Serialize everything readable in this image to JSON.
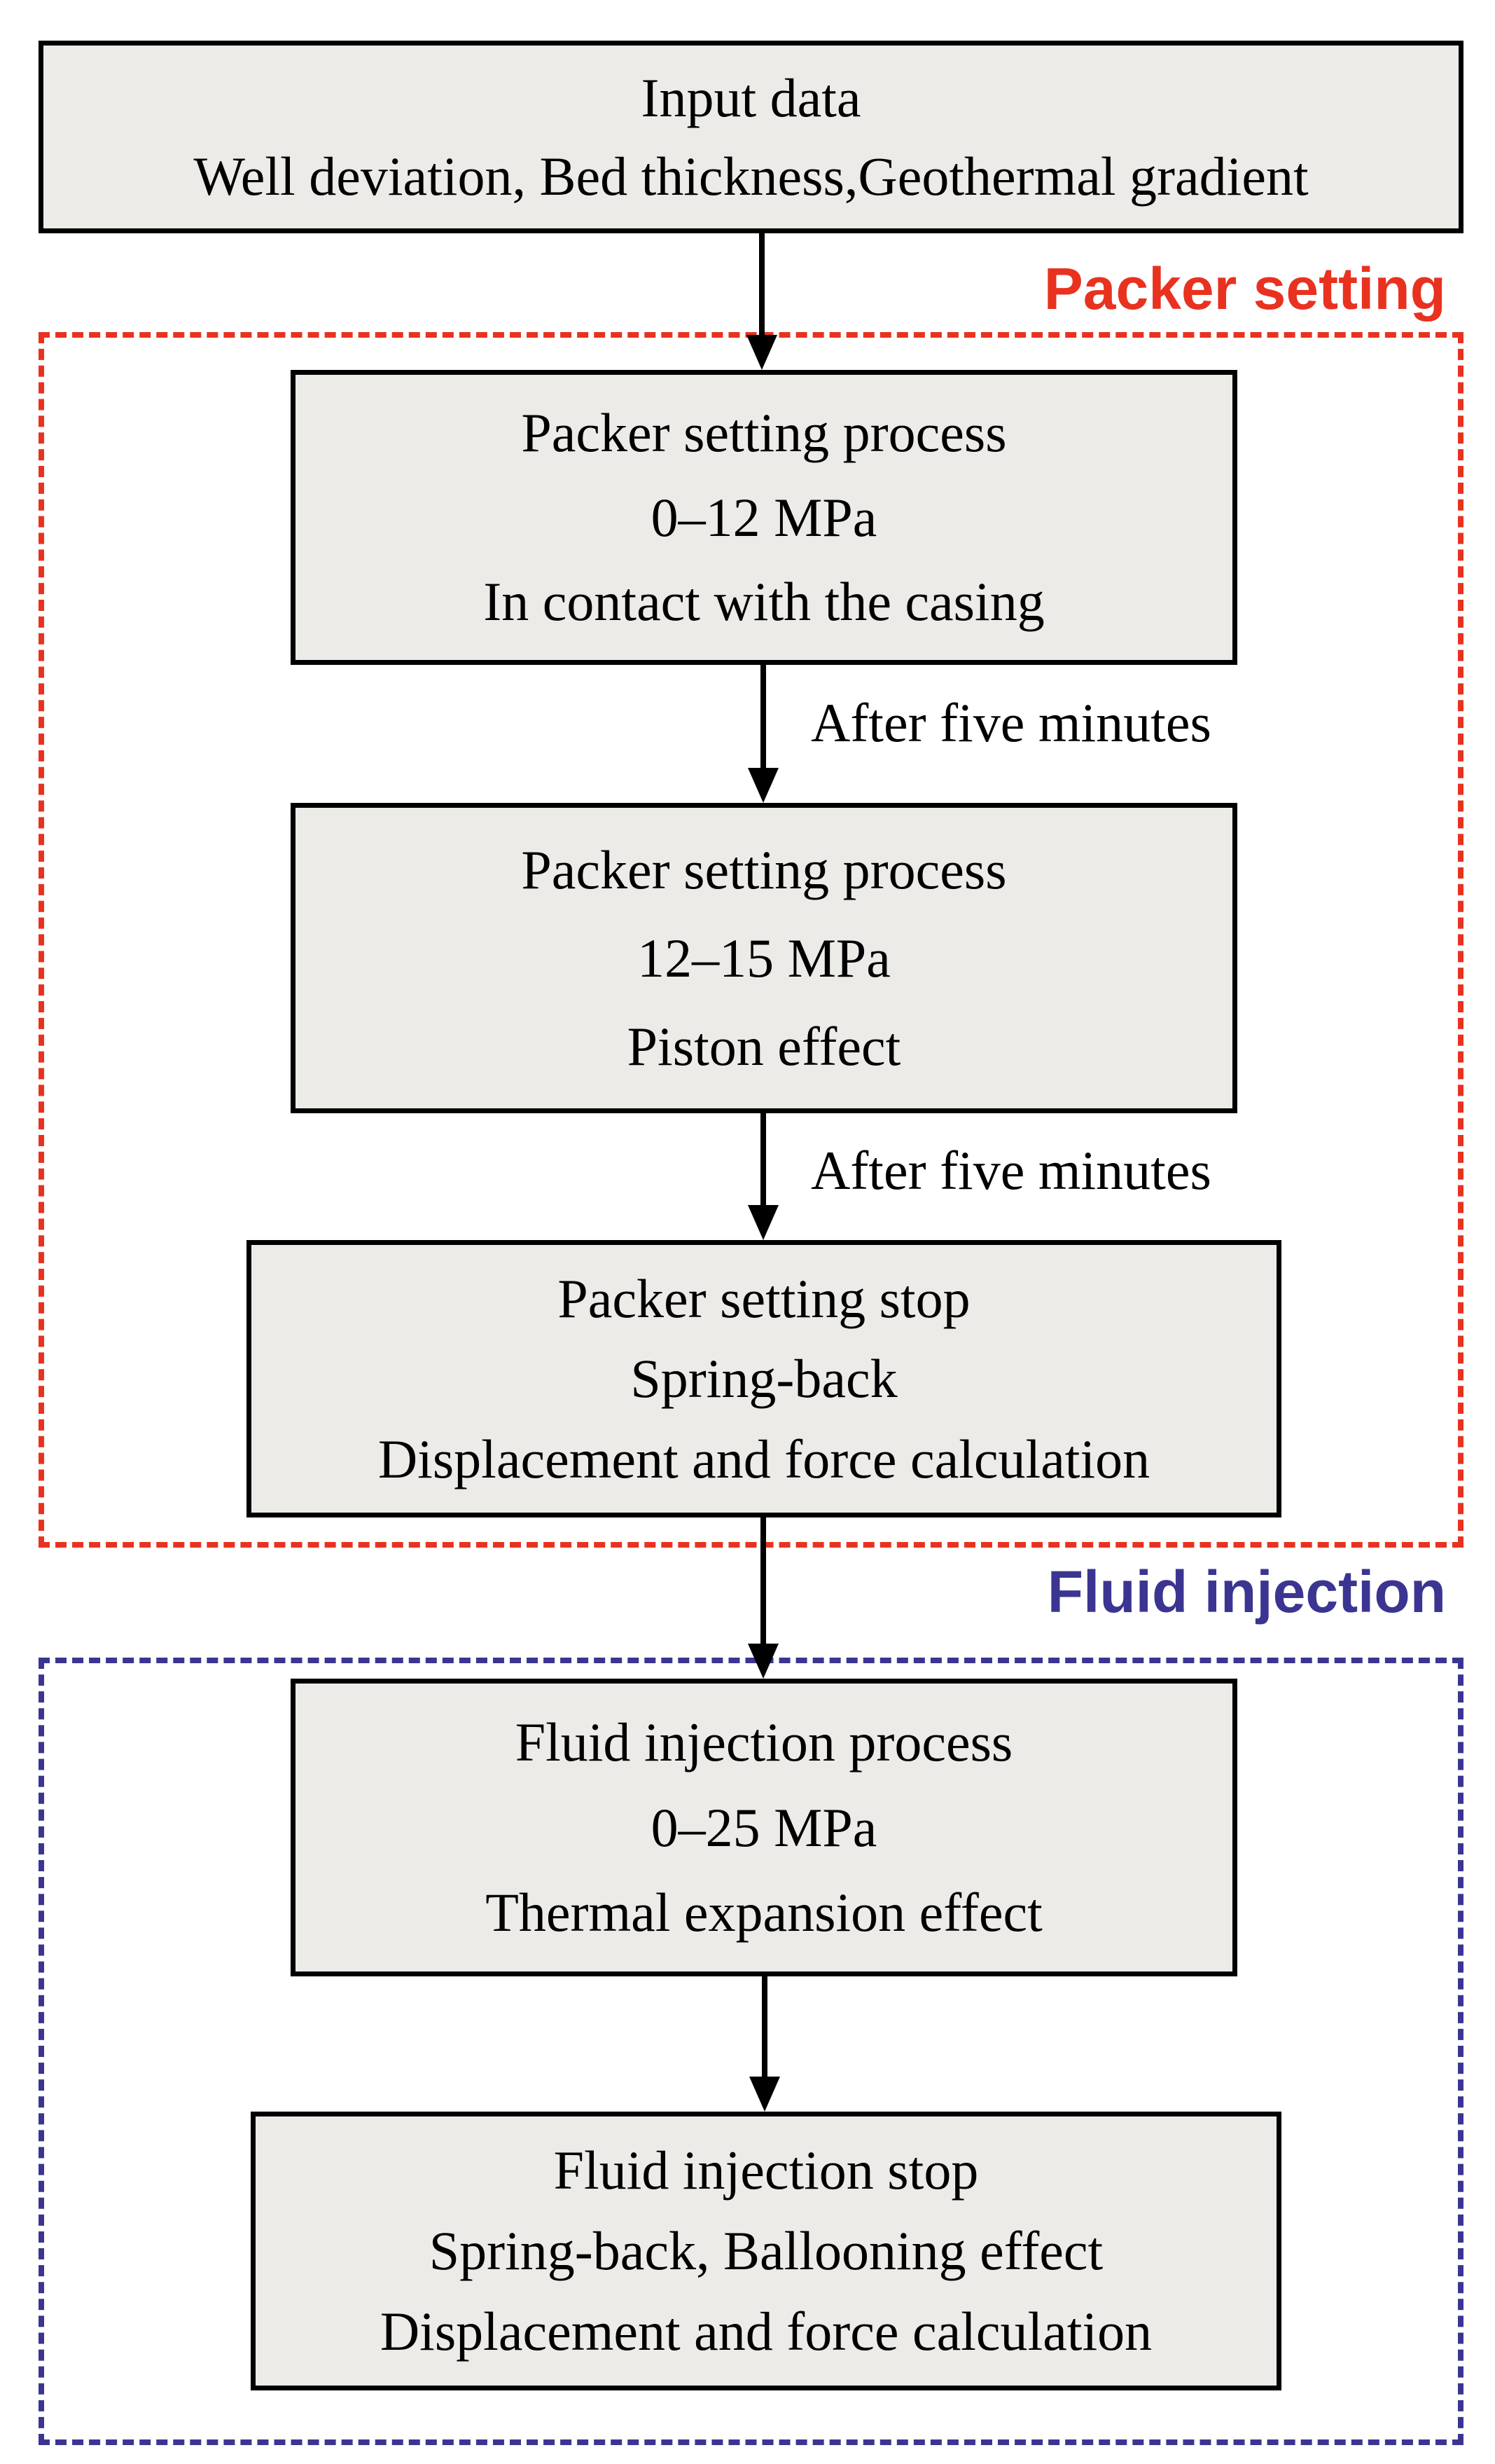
{
  "colors": {
    "packer_region": "#e8321f",
    "fluid_region": "#3b3591",
    "box_fill": "#ecebe8",
    "border": "#000000"
  },
  "nodes": {
    "input": {
      "lines": [
        "Input data",
        "Well deviation, Bed thickness,Geothermal gradient"
      ]
    },
    "setting1": {
      "lines": [
        "Packer setting process",
        "0–12 MPa",
        "In contact with the casing"
      ]
    },
    "setting2": {
      "lines": [
        "Packer setting process",
        "12–15 MPa",
        "Piston effect"
      ]
    },
    "setting_stop": {
      "lines": [
        "Packer setting stop",
        "Spring-back",
        "Displacement and force calculation"
      ]
    },
    "injection": {
      "lines": [
        "Fluid injection process",
        "0–25 MPa",
        "Thermal expansion effect"
      ]
    },
    "injection_stop": {
      "lines": [
        "Fluid injection stop",
        "Spring-back, Ballooning effect",
        "Displacement and force calculation"
      ]
    }
  },
  "regions": {
    "packer": {
      "title": "Packer setting"
    },
    "fluid": {
      "title": "Fluid injection"
    }
  },
  "edges": {
    "e1_label": "After five minutes",
    "e2_label": "After five minutes"
  }
}
